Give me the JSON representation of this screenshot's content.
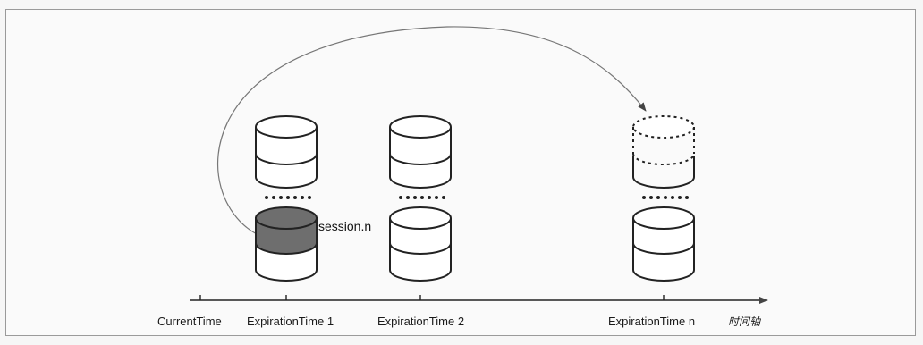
{
  "diagram": {
    "session_label": "session.n",
    "axis_name": "时间轴",
    "ticks": [
      {
        "label": "CurrentTime"
      },
      {
        "label": "ExpirationTime 1"
      },
      {
        "label": "ExpirationTime 2"
      },
      {
        "label": "ExpirationTime n"
      }
    ],
    "colors": {
      "line": "#222222",
      "highlight_fill": "#6e6e6e",
      "background": "#fafafa"
    }
  }
}
